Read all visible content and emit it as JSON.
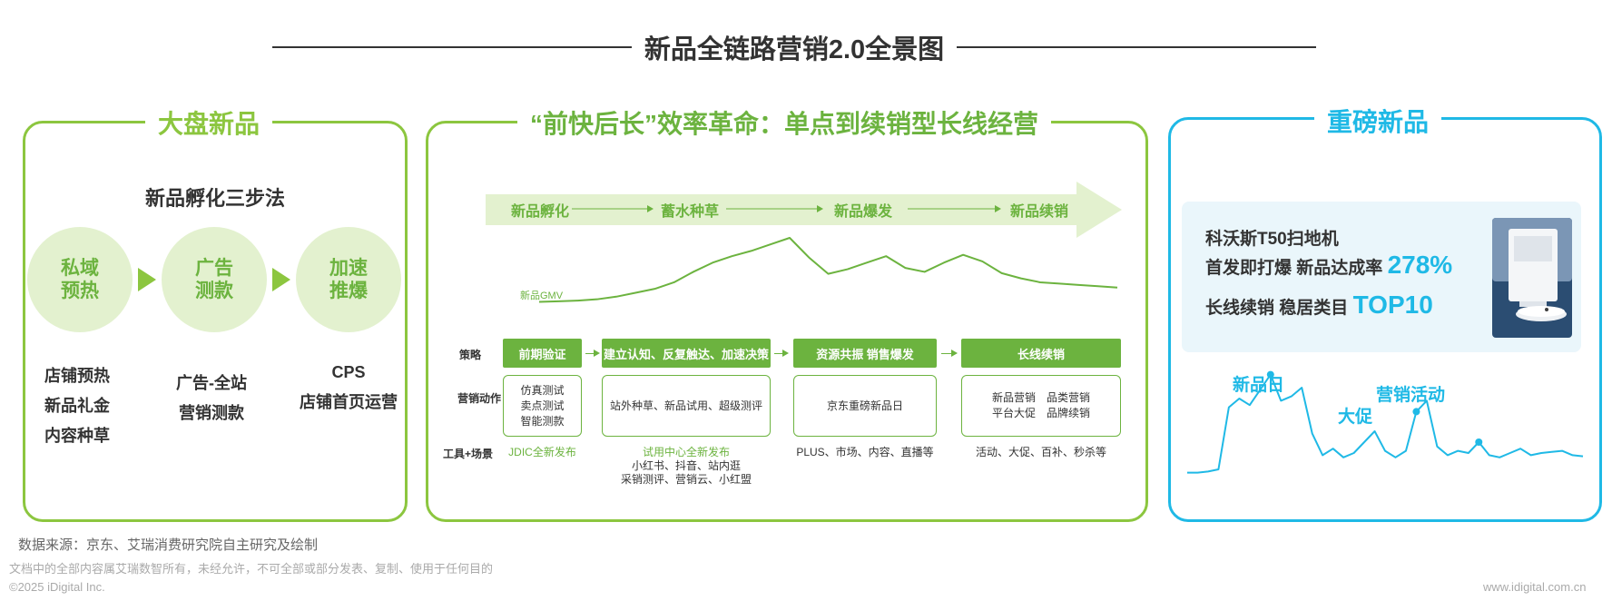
{
  "main_title": "新品全链路营销2.0全景图",
  "left": {
    "title": "大盘新品",
    "subtitle": "新品孵化三步法",
    "steps": [
      {
        "line1": "私域",
        "line2": "预热",
        "items": [
          "店铺预热",
          "新品礼金",
          "内容种草"
        ]
      },
      {
        "line1": "广告",
        "line2": "测款",
        "items": [
          "广告-全站",
          "营销测款"
        ]
      },
      {
        "line1": "加速",
        "line2": "推爆",
        "items": [
          "CPS",
          "店铺首页运营"
        ]
      }
    ]
  },
  "middle": {
    "title": "“前快后长”效率革命：单点到续销型长线经营",
    "phases": [
      "新品孵化",
      "蓄水种草",
      "新品爆发",
      "新品续销"
    ],
    "gmv_label": "新品GMV",
    "gmv_curve": [
      0.02,
      0.03,
      0.04,
      0.06,
      0.1,
      0.16,
      0.22,
      0.32,
      0.48,
      0.62,
      0.72,
      0.8,
      0.9,
      1.0,
      0.7,
      0.45,
      0.52,
      0.62,
      0.72,
      0.54,
      0.48,
      0.62,
      0.74,
      0.64,
      0.46,
      0.38,
      0.32,
      0.3,
      0.28,
      0.26,
      0.24
    ],
    "row_labels": {
      "strategy": "策略",
      "actions": "营销动作",
      "tools": "工具+场景"
    },
    "stages": [
      {
        "head": "前期验证",
        "actions": [
          "仿真测试",
          "卖点测试",
          "智能测款"
        ],
        "tools": [
          "JDIC全新发布"
        ]
      },
      {
        "head": "建立认知、反复触达、加速决策",
        "actions": [
          "站外种草、新品试用、超级测评"
        ],
        "tools": [
          "试用中心全新发布",
          "小红书、抖音、站内逛",
          "采销测评、营销云、小红盟"
        ]
      },
      {
        "head": "资源共振 销售爆发",
        "actions": [
          "京东重磅新品日"
        ],
        "tools": [
          "PLUS、市场、内容、直播等"
        ]
      },
      {
        "head": "长线续销",
        "actions": [
          "新品营销　品类营销",
          "平台大促　品牌续销"
        ],
        "tools": [
          "活动、大促、百补、秒杀等"
        ]
      }
    ]
  },
  "right": {
    "title": "重磅新品",
    "product_name": "科沃斯T50扫地机",
    "line2_text": "首发即打爆 新品达成率",
    "line2_value": "278%",
    "line3_text": "长线续销 稳居类目",
    "line3_value": "TOP10",
    "events": [
      "新品日",
      "大促",
      "营销活动"
    ],
    "sales_curve": [
      0.02,
      0.02,
      0.03,
      0.05,
      0.62,
      0.7,
      0.64,
      0.78,
      0.92,
      0.68,
      0.72,
      0.8,
      0.38,
      0.18,
      0.24,
      0.16,
      0.2,
      0.3,
      0.4,
      0.22,
      0.16,
      0.22,
      0.58,
      0.68,
      0.26,
      0.18,
      0.22,
      0.2,
      0.3,
      0.18,
      0.16,
      0.2,
      0.24,
      0.18,
      0.2,
      0.21,
      0.22,
      0.18,
      0.17
    ],
    "event_points": [
      8,
      22,
      28
    ]
  },
  "footer": {
    "source": "数据来源：京东、艾瑞消费研究院自主研究及绘制",
    "copyright_note": "文档中的全部内容属艾瑞数智所有，未经允许，不可全部或部分发表、复制、使用于任何目的",
    "copyright": "©2025 iDigital Inc.",
    "website": "www.idigital.com.cn"
  },
  "colors": {
    "green": "#6cb33f",
    "light_green": "#8cc63f",
    "blue": "#1fb9e6",
    "dark": "#333333"
  }
}
